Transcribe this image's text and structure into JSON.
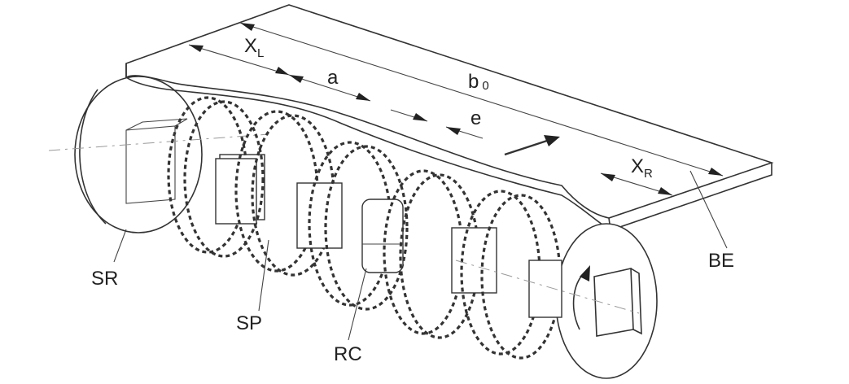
{
  "labels": {
    "xl_main": "X",
    "xl_sub": "L",
    "a": "a",
    "b_main": "b",
    "b_sub": "0",
    "e": "e",
    "xr_main": "X",
    "xr_sub": "R",
    "sr": "SR",
    "sp": "SP",
    "rc": "RC",
    "be": "BE"
  }
}
